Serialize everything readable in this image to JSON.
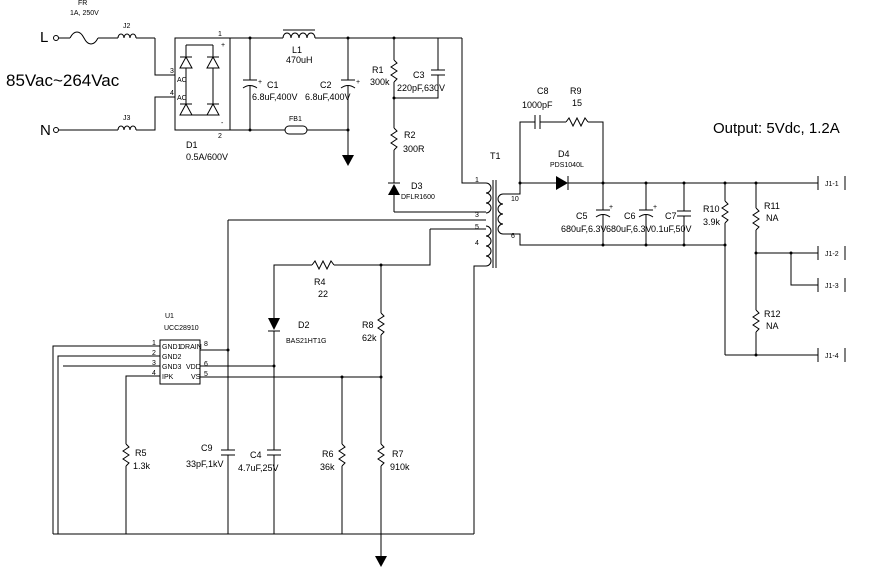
{
  "input": {
    "line_label": "L",
    "neutral_label": "N",
    "range": "85Vac~264Vac"
  },
  "output_spec": "Output: 5Vdc, 1.2A",
  "components": {
    "fuse": {
      "ref": "FR",
      "value": "1A, 250V"
    },
    "j2": {
      "ref": "J2"
    },
    "j3": {
      "ref": "J3"
    },
    "d1": {
      "ref": "D1",
      "value": "0.5A/600V",
      "pins": [
        "1",
        "2",
        "3",
        "4"
      ],
      "ac1": "AC",
      "ac2": "AC",
      "plus": "+",
      "minus": "-"
    },
    "l1": {
      "ref": "L1",
      "value": "470uH"
    },
    "c1": {
      "ref": "C1",
      "value": "6.8uF,400V"
    },
    "c2": {
      "ref": "C2",
      "value": "6.8uF,400V"
    },
    "fb1": {
      "ref": "FB1"
    },
    "r1": {
      "ref": "R1",
      "value": "300k"
    },
    "c3": {
      "ref": "C3",
      "value": "220pF,630V"
    },
    "r2": {
      "ref": "R2",
      "value": "300R"
    },
    "d3": {
      "ref": "D3",
      "value": "DFLR1600"
    },
    "t1": {
      "ref": "T1",
      "pins": [
        "1",
        "3",
        "5",
        "4",
        "10",
        "6"
      ]
    },
    "c8": {
      "ref": "C8",
      "value": "1000pF"
    },
    "r9": {
      "ref": "R9",
      "value": "15"
    },
    "d4": {
      "ref": "D4",
      "value": "PDS1040L"
    },
    "c5": {
      "ref": "C5",
      "value": "680uF,6.3V"
    },
    "c6": {
      "ref": "C6",
      "value": "680uF,6.3V"
    },
    "c7": {
      "ref": "C7",
      "value": "0.1uF,50V"
    },
    "r10": {
      "ref": "R10",
      "value": "3.9k"
    },
    "r11": {
      "ref": "R11",
      "value": "NA"
    },
    "r12": {
      "ref": "R12",
      "value": "NA"
    },
    "r4": {
      "ref": "R4",
      "value": "22"
    },
    "d2": {
      "ref": "D2",
      "value": "BAS21HT1G"
    },
    "r8": {
      "ref": "R8",
      "value": "62k"
    },
    "u1": {
      "ref": "U1",
      "value": "UCC28910",
      "pins_left": [
        "GND1",
        "GND2",
        "GND3",
        "IPK"
      ],
      "pins_right": [
        "DRAIN",
        "VDD",
        "VS"
      ],
      "pin_nums_left": [
        "1",
        "2",
        "3",
        "4"
      ],
      "pin_nums_right": [
        "8",
        "6",
        "5"
      ]
    },
    "r5": {
      "ref": "R5",
      "value": "1.3k"
    },
    "c9": {
      "ref": "C9",
      "value": "33pF,1kV"
    },
    "c4": {
      "ref": "C4",
      "value": "4.7uF,25V"
    },
    "r6": {
      "ref": "R6",
      "value": "36k"
    },
    "r7": {
      "ref": "R7",
      "value": "910k"
    },
    "cap_plus": "+"
  },
  "connectors": [
    "J1-1",
    "J1-2",
    "J1-3",
    "J1-4"
  ]
}
